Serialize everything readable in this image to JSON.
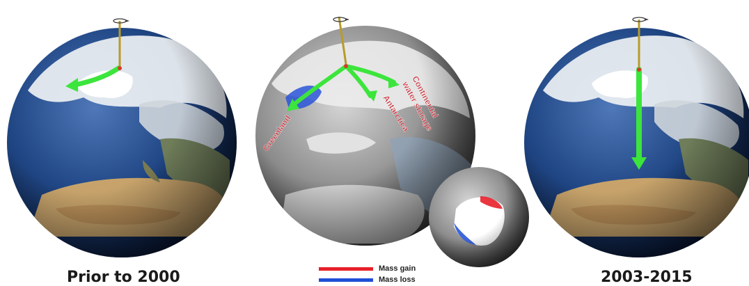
{
  "captions": {
    "left": "Prior to 2000",
    "right": "2003-2015"
  },
  "arrow_labels": {
    "greenland": "Greenland",
    "antarctica": "Antarctica",
    "continental_line1": "Continental",
    "continental_line2": "water storage"
  },
  "legend": {
    "gain": {
      "label": "Mass gain",
      "color": "#e8202a"
    },
    "loss": {
      "label": "Mass loss",
      "color": "#1f4fd6"
    }
  },
  "colors": {
    "ocean": "#1d3f7a",
    "land_desert": "#c7a36b",
    "ice": "#f4f6f8",
    "arrow": "#3ce53c",
    "pole_axis": "#b89b2a",
    "pole_dot": "#d93a2a"
  }
}
